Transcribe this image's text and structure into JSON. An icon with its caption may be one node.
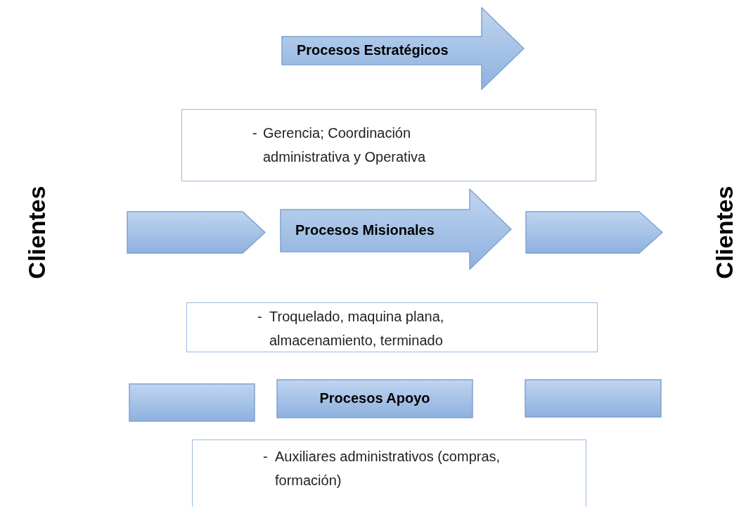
{
  "diagram": {
    "nodes": [
      {
        "text": [
          "Procesos Estratégicos"
        ]
      },
      {
        "text": [
          "-",
          "Gerencia; Coordinación administrativa y Operativa"
        ]
      },
      {
        "text": [],
        "shape": "pentagon"
      },
      {
        "text": [
          "Procesos Misionales"
        ]
      },
      {
        "text": [],
        "shape": "pentagon"
      },
      {
        "text": [
          "-",
          "Troquelado, maquina plana, almacenamiento, terminado"
        ]
      },
      {
        "text": [],
        "shape": "box"
      },
      {
        "text": [
          "Procesos Apoyo"
        ]
      },
      {
        "text": [],
        "shape": "box"
      },
      {
        "text": [
          "-",
          "Auxiliares administrativos (compras, formación)"
        ]
      }
    ],
    "edges": [],
    "labels": [
      "Clientes",
      "Clientes"
    ]
  }
}
